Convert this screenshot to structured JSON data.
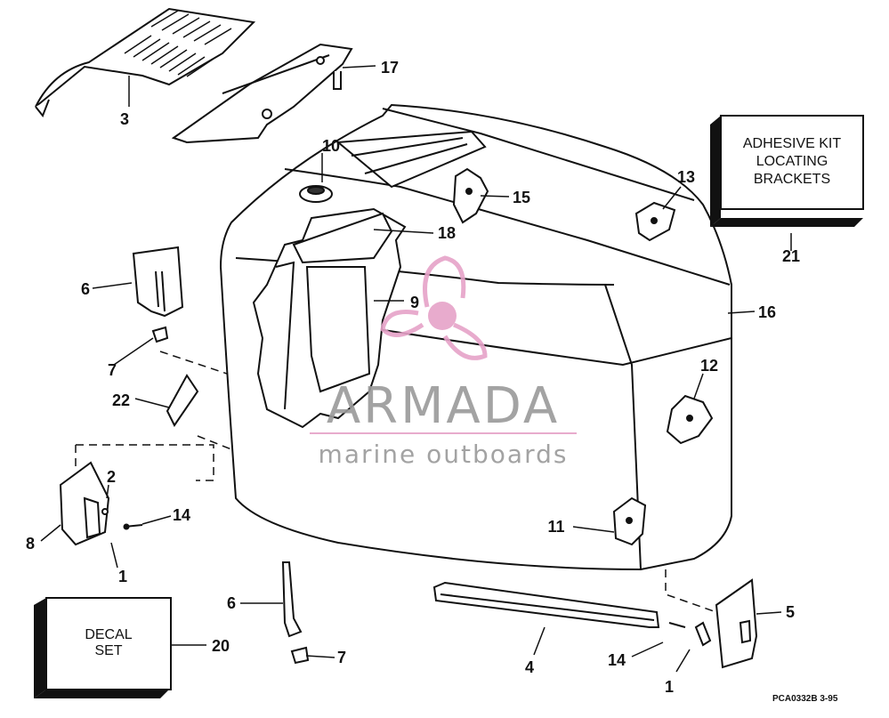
{
  "callouts": {
    "c1a": "1",
    "c1b": "1",
    "c2": "2",
    "c3": "3",
    "c5": "5",
    "c6a": "6",
    "c6b": "6",
    "c7a": "7",
    "c7b": "7",
    "c8": "8",
    "c9": "9",
    "c10": "10",
    "c11": "11",
    "c12": "12",
    "c13": "13",
    "c14a": "14",
    "c14b": "14",
    "c15": "15",
    "c16": "16",
    "c17": "17",
    "c18": "18",
    "c20": "20",
    "c21": "21",
    "c22": "22",
    "c4": "4"
  },
  "adhesive_box": {
    "line1": "ADHESIVE KIT",
    "line2": "LOCATING",
    "line3": "BRACKETS"
  },
  "decal_box": {
    "line1": "DECAL",
    "line2": "SET"
  },
  "drawing_code": "PCA0332B   3-95",
  "watermark": {
    "brand": "ARMADA",
    "tagline": "marine outboards"
  },
  "colors": {
    "line": "#111111",
    "box_shadow": "#111111",
    "watermark_gray": "#9a9a9a",
    "watermark_pink": "#e6a2c8"
  }
}
